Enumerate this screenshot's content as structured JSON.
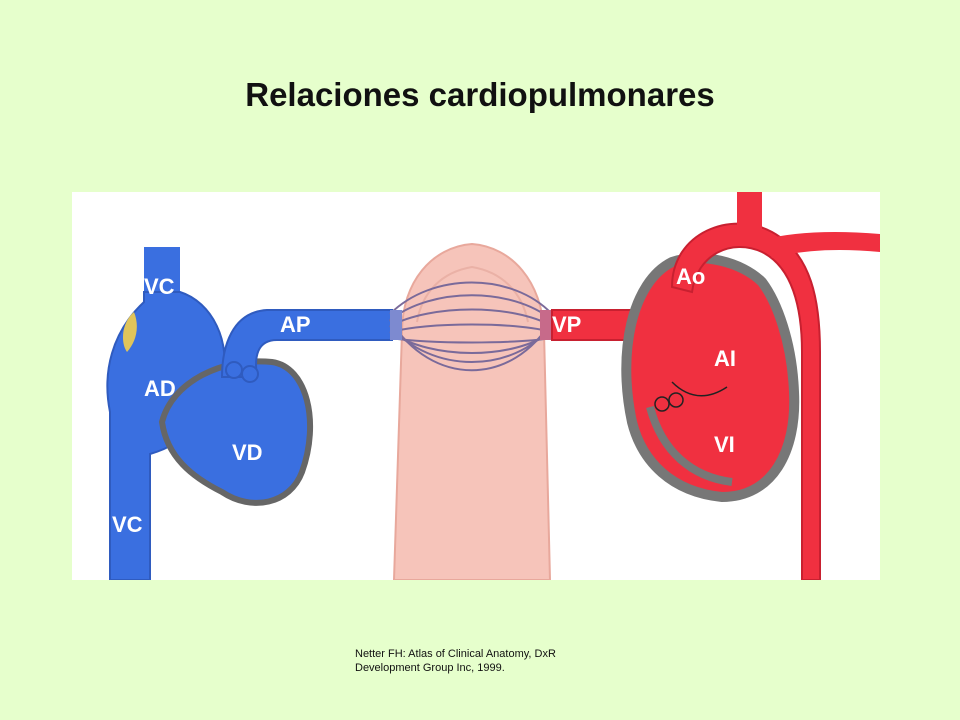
{
  "title": "Relaciones cardiopulmonares",
  "labels": {
    "vc_top": "VC",
    "ad": "AD",
    "vd": "VD",
    "vc_bottom": "VC",
    "ap": "AP",
    "vp": "VP",
    "ao": "Ao",
    "ai": "AI",
    "vi": "VI"
  },
  "credit": "Netter FH: Atlas of Clinical Anatomy, DxR Development Group Inc, 1999.",
  "colors": {
    "background": "#e6ffcc",
    "venous_blue": "#3a6fe0",
    "arterial_red": "#f03040",
    "lung_pink": "#f7c2b8",
    "wall_gray": "#777777"
  }
}
